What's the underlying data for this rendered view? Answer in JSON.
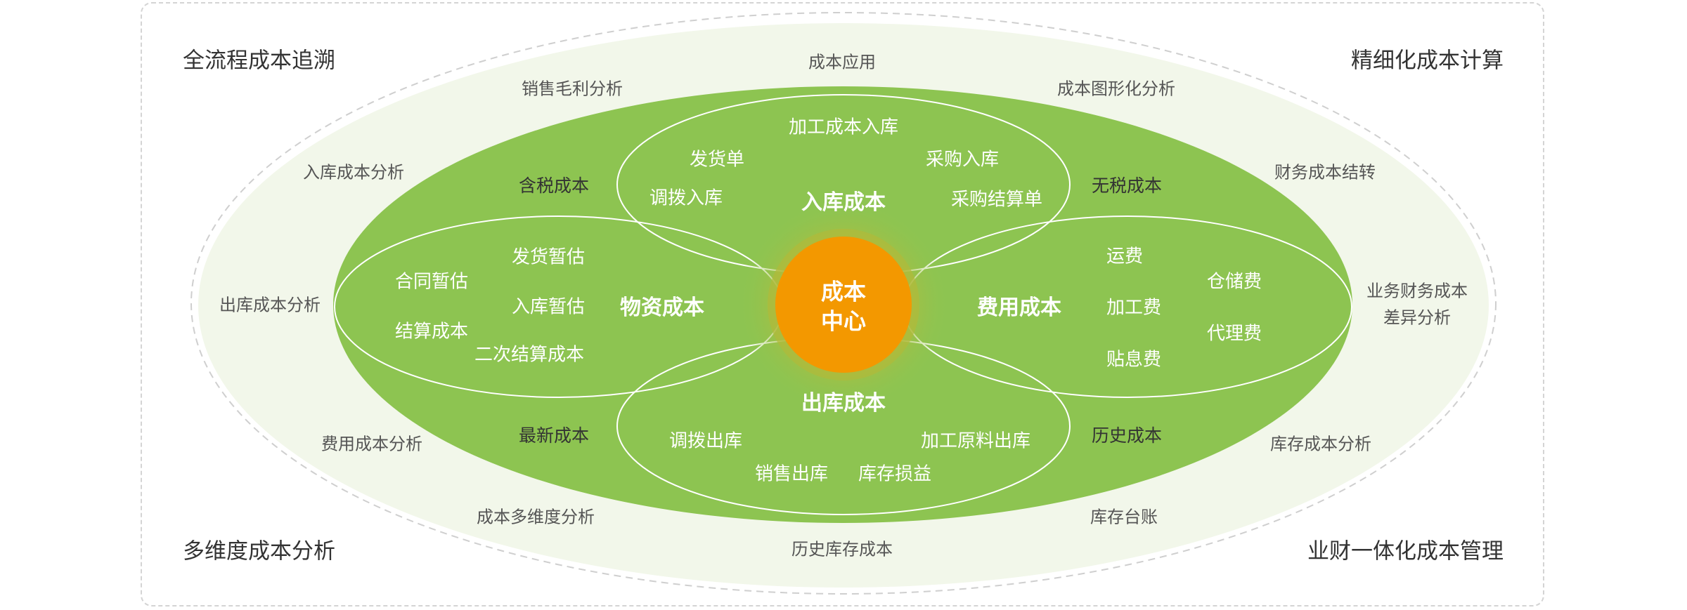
{
  "colors": {
    "outer_fill": "#f2f7ea",
    "ring_fill": "#8dc451",
    "core": "#f39800",
    "halo": "#a9c04a"
  },
  "corners": {
    "top_left": "全流程成本追溯",
    "top_right": "精细化成本计算",
    "bottom_left": "多维度成本分析",
    "bottom_right": "业财一体化成本管理"
  },
  "outer_labels": [
    "成本应用",
    "销售毛利分析",
    "成本图形化分析",
    "入库成本分析",
    "财务成本结转",
    "出库成本分析",
    "业务财务成本",
    "差异分析",
    "费用成本分析",
    "库存成本分析",
    "成本多维度分析",
    "库存台账",
    "历史库存成本"
  ],
  "ring_labels": [
    "含税成本",
    "无税成本",
    "最新成本",
    "历史成本"
  ],
  "inbound": {
    "title": "入库成本",
    "items": [
      "加工成本入库",
      "发货单",
      "采购入库",
      "调拨入库",
      "采购结算单"
    ]
  },
  "material": {
    "title": "物资成本",
    "items": [
      "发货暂估",
      "合同暂估",
      "入库暂估",
      "结算成本",
      "二次结算成本"
    ]
  },
  "expense": {
    "title": "费用成本",
    "items": [
      "运费",
      "仓储费",
      "加工费",
      "代理费",
      "贴息费"
    ]
  },
  "outbound": {
    "title": "出库成本",
    "items": [
      "调拨出库",
      "加工原料出库",
      "销售出库",
      "库存损益"
    ]
  },
  "core": {
    "line1": "成本",
    "line2": "中心"
  }
}
